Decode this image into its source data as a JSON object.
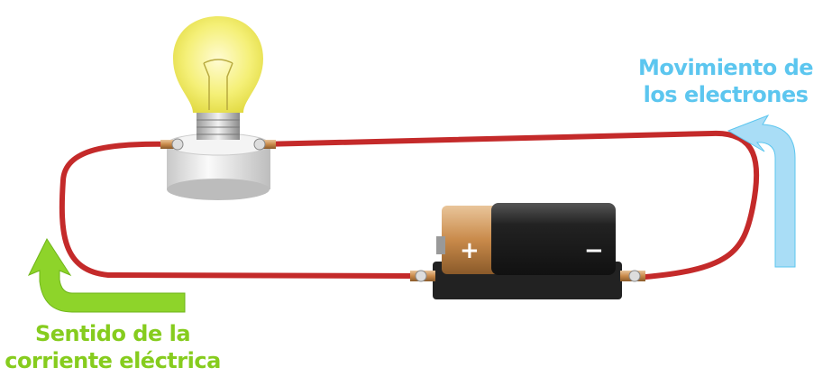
{
  "labels": {
    "electrons_line1": "Movimiento de",
    "electrons_line2": "los electrones",
    "current_line1": "Sentido de la",
    "current_line2": "corriente eléctrica"
  },
  "battery": {
    "plus": "+",
    "minus": "−"
  },
  "colors": {
    "wire": "#c42a2a",
    "electron_arrow": "#a9ddf6",
    "current_arrow": "#8ed42a",
    "electron_text": "#5cc6ef",
    "current_text": "#86cc1e"
  }
}
